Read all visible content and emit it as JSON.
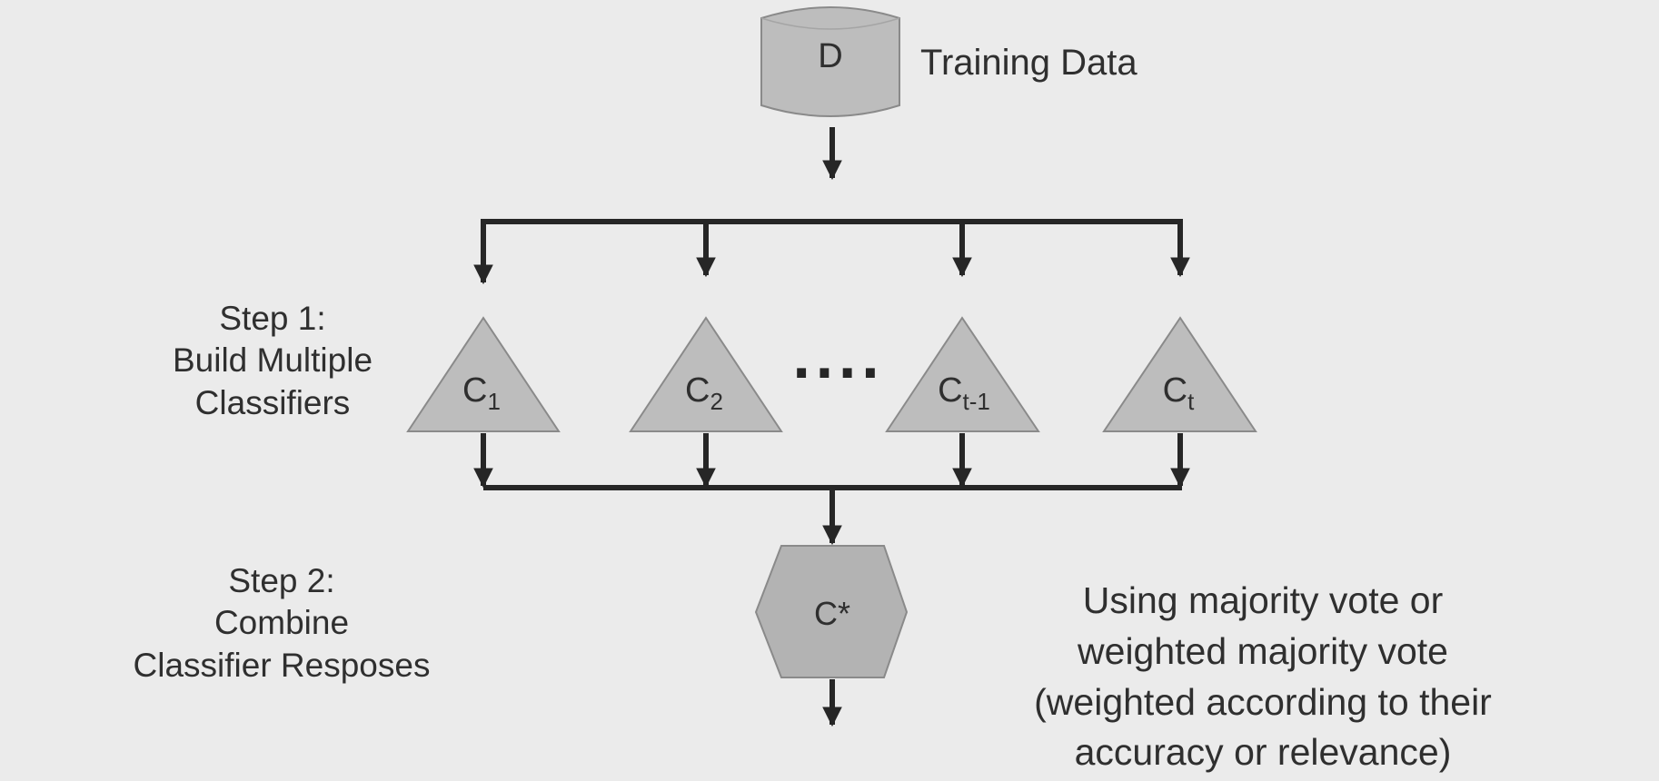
{
  "data_store": {
    "symbol": "D",
    "label": "Training Data"
  },
  "step1": {
    "lines": [
      "Step 1:",
      "Build Multiple",
      "Classifiers"
    ]
  },
  "step2": {
    "lines": [
      "Step 2:",
      "Combine",
      "Classifier Resposes"
    ]
  },
  "classifiers": [
    {
      "base": "C",
      "sub": "1"
    },
    {
      "base": "C",
      "sub": "2"
    },
    {
      "base": "C",
      "sub": "t-1"
    },
    {
      "base": "C",
      "sub": "t"
    }
  ],
  "ellipsis": "····",
  "combiner": {
    "label": "C*"
  },
  "method": {
    "lines": [
      "Using majority vote or",
      "weighted majority vote",
      "(weighted according to their",
      "accuracy or relevance)"
    ]
  },
  "colors": {
    "background": "#ebebeb",
    "shape_fill": "#bdbdbd",
    "shape_stroke": "#8a8a8a",
    "line": "#262626",
    "text": "#2f2f2f"
  }
}
